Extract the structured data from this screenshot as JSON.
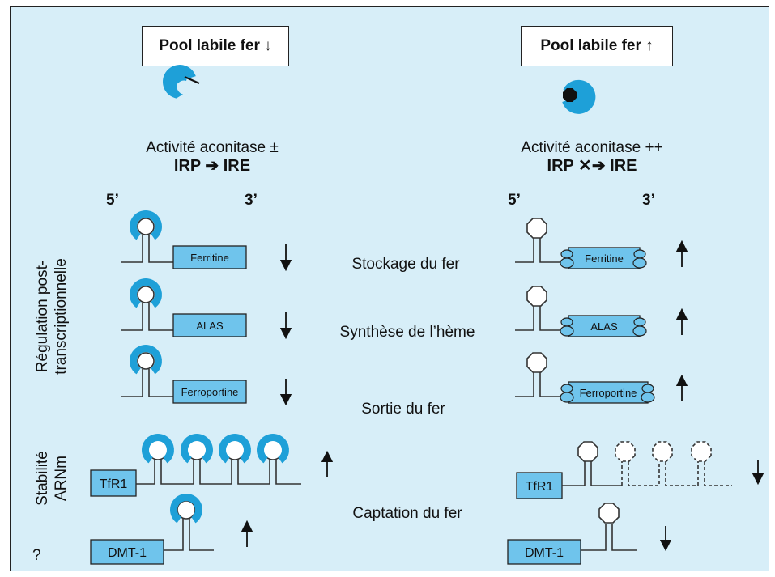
{
  "left": {
    "pool_label": "Pool labile fer ↓",
    "activity": "Activité aconitase ±",
    "irp_ire": "IRP ➔ IRE",
    "five_prime": "5’",
    "three_prime": "3’",
    "ferritine": "Ferritine",
    "alas": "ALAS",
    "ferroportine": "Ferroportine",
    "tfr1": "TfR1",
    "dmt1": "DMT-1"
  },
  "right": {
    "pool_label": "Pool labile fer ↑",
    "activity": "Activité aconitase ++",
    "irp_ire": "IRP ✕➔ IRE",
    "five_prime": "5’",
    "three_prime": "3’",
    "ferritine": "Ferritine",
    "alas": "ALAS",
    "ferroportine": "Ferroportine",
    "tfr1": "TfR1",
    "dmt1": "DMT-1"
  },
  "center": {
    "stockage": "Stockage du fer",
    "heme": "Synthèse de l’hème",
    "sortie": "Sortie du fer",
    "captation": "Captation du fer"
  },
  "side_labels": {
    "regulation_line1": "Régulation post-",
    "regulation_line2": "transcriptionnelle",
    "stabilite_line1": "Stabilité",
    "stabilite_line2": "ARNm",
    "question": "?"
  },
  "colors": {
    "background": "#d7eef8",
    "irp_blue": "#1ea0d8",
    "box_blue": "#6fc4ec"
  }
}
